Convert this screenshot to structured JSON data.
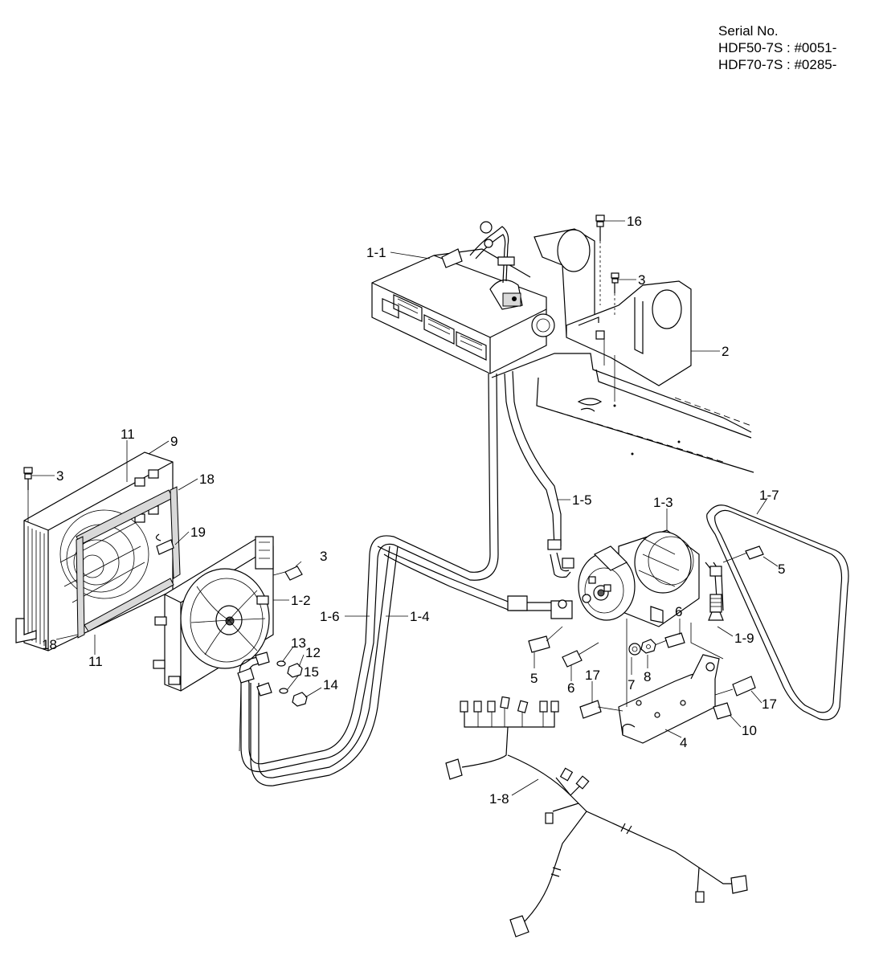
{
  "serial": {
    "heading": "Serial No.",
    "lines": [
      "HDF50-7S : #0051-",
      "HDF70-7S : #0285-"
    ]
  },
  "callouts": {
    "c1_1": "1-1",
    "c16": "16",
    "c3_top": "3",
    "c2": "2",
    "c11_top": "11",
    "c9": "9",
    "c3_left": "3",
    "c18_top": "18",
    "c19": "19",
    "c3_mid": "3",
    "c1_2": "1-2",
    "c1_5": "1-5",
    "c1_3": "1-3",
    "c1_7": "1-7",
    "c5_right": "5",
    "c1_6": "1-6",
    "c1_4": "1-4",
    "c6_right": "6",
    "c1_9": "1-9",
    "c18_bottom": "18",
    "c11_bottom": "11",
    "c13": "13",
    "c12": "12",
    "c15": "15",
    "c14": "14",
    "c5_lower": "5",
    "c6_lower": "6",
    "c7": "7",
    "c8": "8",
    "c17_left": "17",
    "c17_right": "17",
    "c10": "10",
    "c4": "4",
    "c1_8": "1-8"
  }
}
